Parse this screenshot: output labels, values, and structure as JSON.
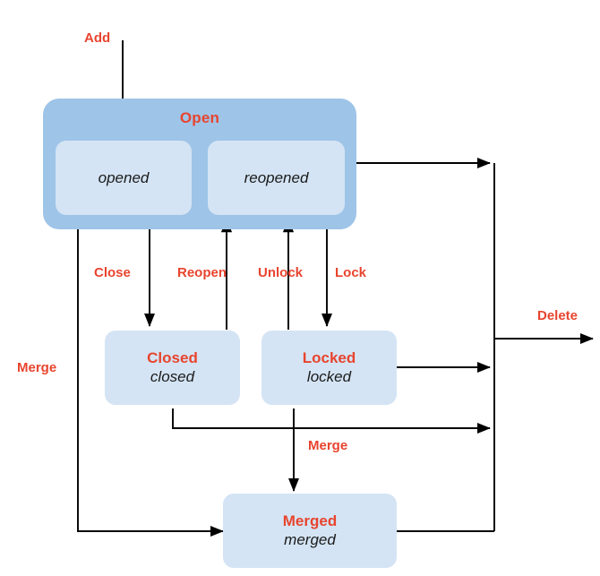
{
  "diagram": {
    "type": "state-machine",
    "title": "",
    "colors": {
      "group_fill": "#9ec4e8",
      "state_fill": "#d4e4f4",
      "label_color": "#e8442e",
      "edge_color": "#000000",
      "italic_text": "#1a1a1a",
      "background": "#ffffff"
    },
    "groups": [
      {
        "id": "open",
        "label": "Open"
      }
    ],
    "states": [
      {
        "id": "opened",
        "title": "",
        "internal": "opened",
        "group": "open"
      },
      {
        "id": "reopened",
        "title": "",
        "internal": "reopened",
        "group": "open"
      },
      {
        "id": "closed",
        "title": "Closed",
        "internal": "closed",
        "group": null
      },
      {
        "id": "locked",
        "title": "Locked",
        "internal": "locked",
        "group": null
      },
      {
        "id": "merged",
        "title": "Merged",
        "internal": "merged",
        "group": null
      }
    ],
    "transitions": [
      {
        "id": "add",
        "label": "Add",
        "from": "start",
        "to": "opened"
      },
      {
        "id": "close",
        "label": "Close",
        "from": "open",
        "to": "closed"
      },
      {
        "id": "reopen",
        "label": "Reopen",
        "from": "closed",
        "to": "reopened"
      },
      {
        "id": "unlock",
        "label": "Unlock",
        "from": "locked",
        "to": "reopened"
      },
      {
        "id": "lock",
        "label": "Lock",
        "from": "reopened",
        "to": "locked"
      },
      {
        "id": "merge-open",
        "label": "Merge",
        "from": "open",
        "to": "merged"
      },
      {
        "id": "merge-closed",
        "label": "Merge",
        "from": "closed",
        "to": "merged"
      },
      {
        "id": "merge-locked",
        "label": "",
        "from": "locked",
        "to": "merged"
      },
      {
        "id": "delete",
        "label": "Delete",
        "from": "bus",
        "to": "end"
      }
    ]
  }
}
